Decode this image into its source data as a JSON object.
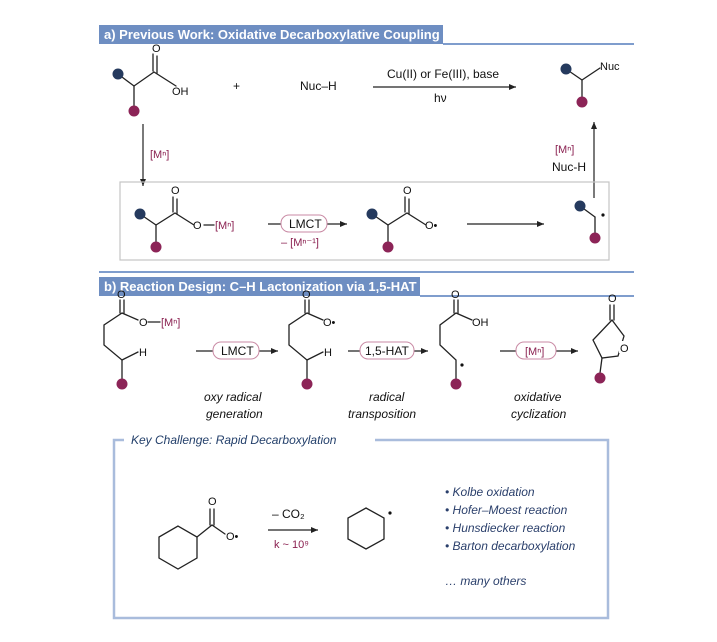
{
  "colors": {
    "header_bg": "#6e8ec2",
    "rule": "#7f9dcd",
    "navy_dot": "#253a5e",
    "magenta_dot": "#8c2457",
    "pill_border": "#c98aa4",
    "box_border": "#a9bcdc",
    "gray_box": "#c4c4c4",
    "purple_text": "#8a2050",
    "navy_text": "#24406b"
  },
  "section_a": {
    "header": "a) Previous Work: Oxidative Decarboxylative Coupling",
    "oh": "OH",
    "plus": "+",
    "nuc_h": "Nuc–H",
    "cond_top": "Cu(II) or Fe(III), base",
    "cond_bottom": "hν",
    "product_nuc": "Nuc",
    "metal_down": "[Mⁿ]",
    "metal_up": "[Mⁿ]",
    "nuc_h_up": "Nuc-H",
    "ester_o": "O",
    "ester_metal": "[Mⁿ]",
    "lmct": "LMCT",
    "minus_metal": "– [Mⁿ⁻¹]",
    "radical_o": "O•"
  },
  "section_b": {
    "header": "b) Reaction Design: C–H Lactonization via 1,5-HAT",
    "ester_metal": "[Mⁿ]",
    "h1": "H",
    "h2": "H",
    "oh": "OH",
    "radical_o": "O•",
    "pill_1": "LMCT",
    "pill_2": "1,5-HAT",
    "pill_3": "[Mⁿ]",
    "caption_1a": "oxy radical",
    "caption_1b": "generation",
    "caption_2a": "radical",
    "caption_2b": "transposition",
    "caption_3a": "oxidative",
    "caption_3b": "cyclization",
    "ring_o": "O"
  },
  "challenge": {
    "title": "Key Challenge: Rapid Decarboxylation",
    "minus_co2": "– CO₂",
    "rate": "k ~ 10⁹",
    "radical_o": "O•",
    "items": [
      "• Kolbe oxidation",
      "• Hofer–Moest reaction",
      "• Hunsdiecker reaction",
      "• Barton decarboxylation"
    ],
    "others": "… many others"
  }
}
